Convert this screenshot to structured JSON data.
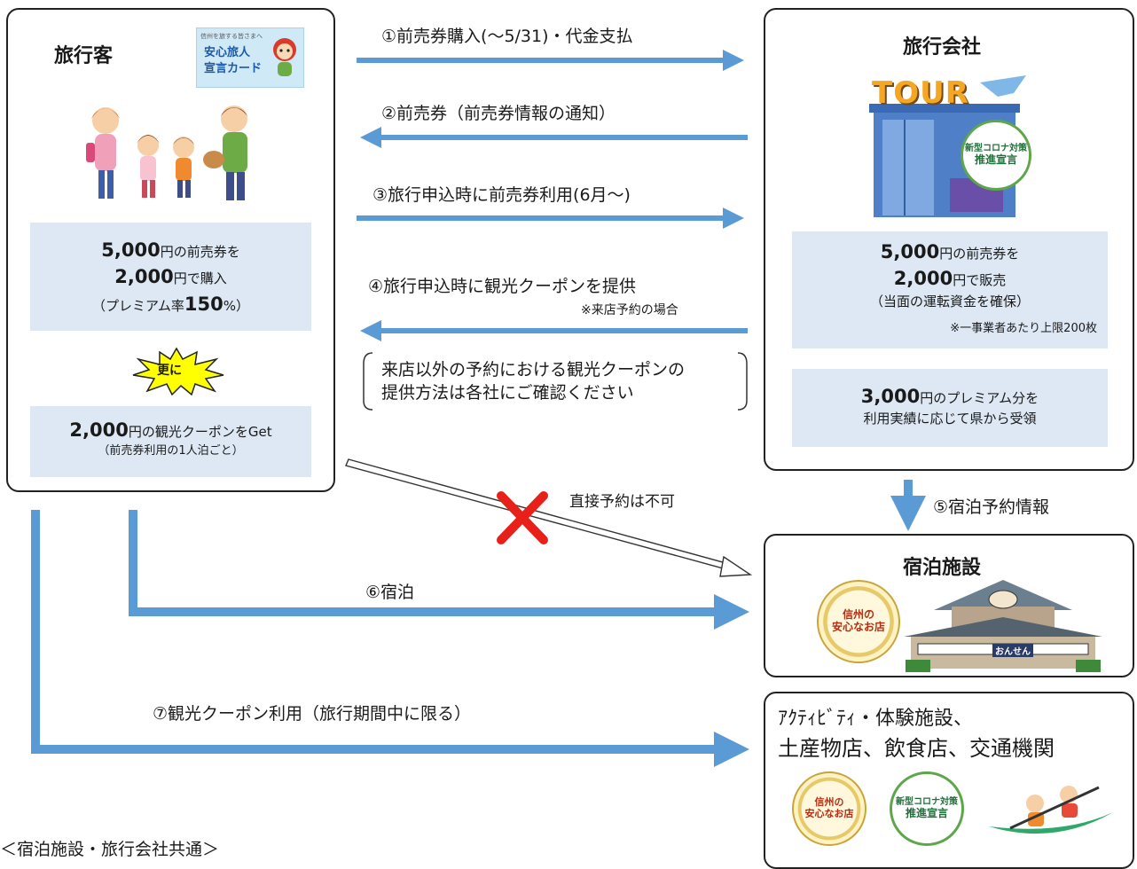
{
  "arrows": {
    "a1": "①前売券購入(～5/31)・代金支払",
    "a2": "②前売券（前売券情報の通知）",
    "a3": "③旅行申込時に前売券利用(6月～)",
    "a4": "④旅行申込時に観光クーポンを提供",
    "a4_note": "※来店予約の場合",
    "a4_bracket_line1": "来店以外の予約における観光クーポンの",
    "a4_bracket_line2": "提供方法は各社にご確認ください",
    "a5": "⑤宿泊予約情報",
    "direct_ng": "直接予約は不可",
    "a6": "⑥宿泊",
    "a7": "⑦観光クーポン利用（旅行期間中に限る）"
  },
  "traveler": {
    "title": "旅行客",
    "card_line1": "信州を旅する皆さまへ",
    "card_line2": "安心旅人",
    "card_line3": "宣言カード",
    "buy": {
      "amount1": "5,000",
      "text1": "円の前売券を",
      "amount2": "2,000",
      "text2": "円で購入",
      "premium_pre": "（プレミアム率",
      "premium_val": "150",
      "premium_post": "%）"
    },
    "extra_burst": "更に",
    "coupon": {
      "amount": "2,000",
      "text": "円の観光クーポンをGet",
      "note": "（前売券利用の1人泊ごと）"
    }
  },
  "agency": {
    "title": "旅行会社",
    "tour_sign": "TOUR",
    "badge_line1": "新型コロナ対策",
    "badge_line2": "推進宣言",
    "sell": {
      "amount1": "5,000",
      "text1": "円の前売券を",
      "amount2": "2,000",
      "text2": "円で販売",
      "note": "（当面の運転資金を確保）",
      "limit": "※一事業者あたり上限200枚"
    },
    "premium": {
      "amount": "3,000",
      "text": "円のプレミアム分を",
      "line2": "利用実績に応じて県から受領"
    }
  },
  "lodging": {
    "title": "宿泊施設",
    "badge_line1": "信州の",
    "badge_line2": "安心なお店",
    "sign": "おんせん"
  },
  "activity": {
    "line1": "ｱｸﾃｨﾋﾞﾃｨ・体験施設、",
    "line2": "土産物店、飲食店、交通機関",
    "badge1_line1": "信州の",
    "badge1_line2": "安心なお店",
    "badge2_line1": "新型コロナ対策",
    "badge2_line2": "推進宣言"
  },
  "footer": {
    "text": "＜宿泊施設・旅行会社共通＞"
  },
  "colors": {
    "arrow_blue": "#5b9bd5",
    "info_box": "#dde8f4",
    "cross_red": "#e8201a",
    "burst_yellow": "#ffff00"
  }
}
